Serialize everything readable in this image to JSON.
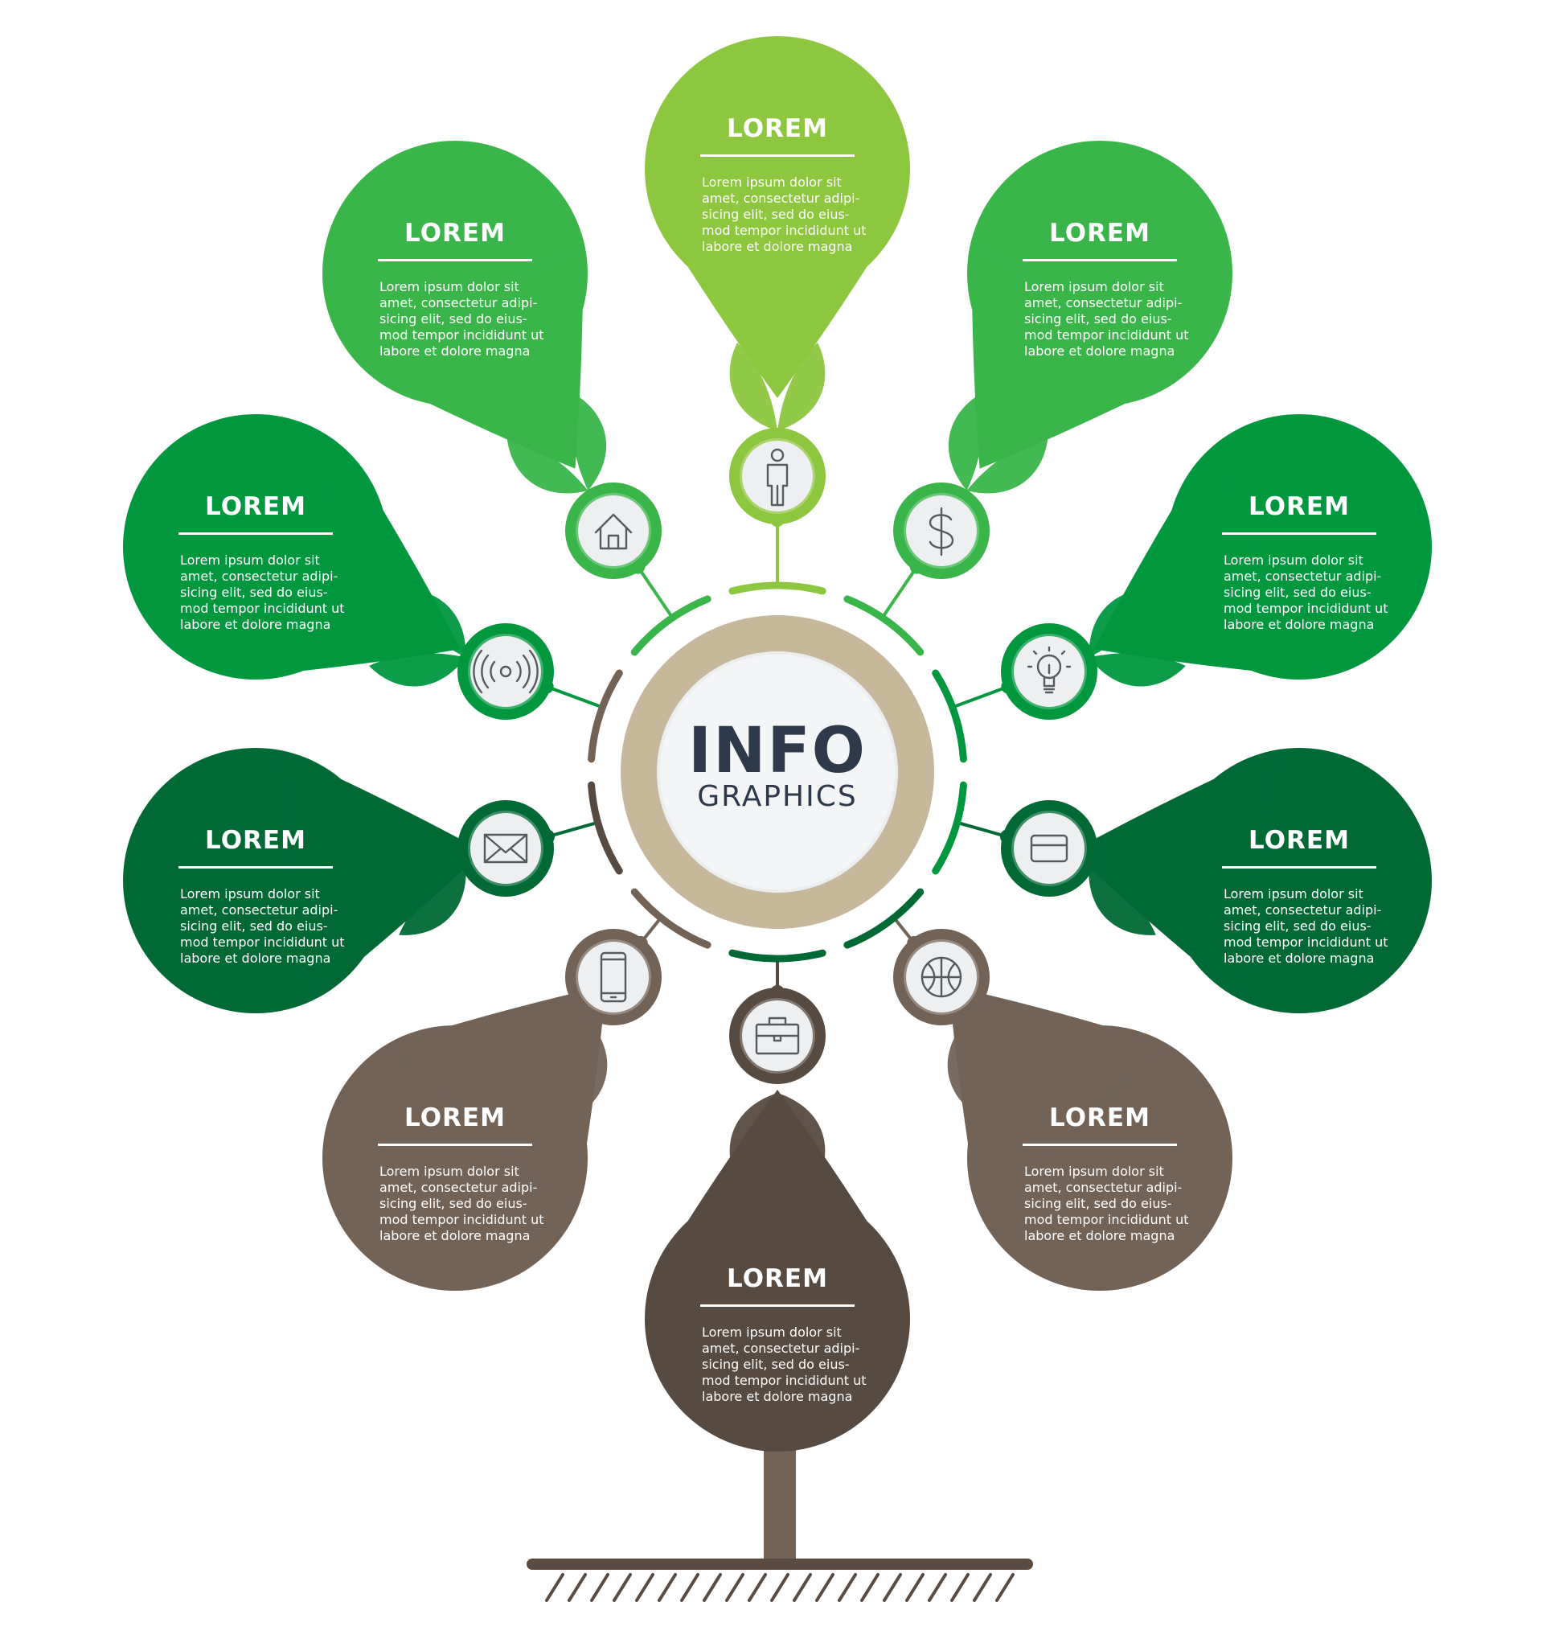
{
  "center": {
    "title": "INFO",
    "subtitle": "GRAPHICS"
  },
  "colors": {
    "light_green": "#8dc63f",
    "green": "#39b54a",
    "mid_green": "#00973f",
    "dark_green": "#006934",
    "brown": "#736357",
    "dark_brown": "#574a40",
    "beige": "#c7b89c",
    "ground": "#5a4a40"
  },
  "cards": [
    {
      "id": "top",
      "title": "LOREM",
      "body": [
        "Lorem ipsum dolor sit",
        "amet, consectetur adipi-",
        "sicing elit, sed do eius-",
        "mod tempor incididunt ut",
        "labore et dolore magna"
      ],
      "icon": "person-icon",
      "color": "#8dc63f"
    },
    {
      "id": "upper-left",
      "title": "LOREM",
      "body": [
        "Lorem ipsum dolor sit",
        "amet, consectetur adipi-",
        "sicing elit, sed do eius-",
        "mod tempor incididunt ut",
        "labore et dolore magna"
      ],
      "icon": "home-icon",
      "color": "#39b54a"
    },
    {
      "id": "upper-right",
      "title": "LOREM",
      "body": [
        "Lorem ipsum dolor sit",
        "amet, consectetur adipi-",
        "sicing elit, sed do eius-",
        "mod tempor incididunt ut",
        "labore et dolore magna"
      ],
      "icon": "dollar-icon",
      "color": "#39b54a"
    },
    {
      "id": "mid-left",
      "title": "LOREM",
      "body": [
        "Lorem ipsum dolor sit",
        "amet, consectetur adipi-",
        "sicing elit, sed do eius-",
        "mod tempor incididunt ut",
        "labore et dolore magna"
      ],
      "icon": "wireless-icon",
      "color": "#00973f"
    },
    {
      "id": "mid-right",
      "title": "LOREM",
      "body": [
        "Lorem ipsum dolor sit",
        "amet, consectetur adipi-",
        "sicing elit, sed do eius-",
        "mod tempor incididunt ut",
        "labore et dolore magna"
      ],
      "icon": "lightbulb-icon",
      "color": "#00973f"
    },
    {
      "id": "lower-left",
      "title": "LOREM",
      "body": [
        "Lorem ipsum dolor sit",
        "amet, consectetur adipi-",
        "sicing elit, sed do eius-",
        "mod tempor incididunt ut",
        "labore et dolore magna"
      ],
      "icon": "envelope-icon",
      "color": "#006934"
    },
    {
      "id": "lower-right",
      "title": "LOREM",
      "body": [
        "Lorem ipsum dolor sit",
        "amet, consectetur adipi-",
        "sicing elit, sed do eius-",
        "mod tempor incididunt ut",
        "labore et dolore magna"
      ],
      "icon": "card-icon",
      "color": "#006934"
    },
    {
      "id": "bottom-left",
      "title": "LOREM",
      "body": [
        "Lorem ipsum dolor sit",
        "amet, consectetur adipi-",
        "sicing elit, sed do eius-",
        "mod tempor incididunt ut",
        "labore et dolore magna"
      ],
      "icon": "smartphone-icon",
      "color": "#736357"
    },
    {
      "id": "bottom-right",
      "title": "LOREM",
      "body": [
        "Lorem ipsum dolor sit",
        "amet, consectetur adipi-",
        "sicing elit, sed do eius-",
        "mod tempor incididunt ut",
        "labore et dolore magna"
      ],
      "icon": "basketball-icon",
      "color": "#736357"
    },
    {
      "id": "bottom",
      "title": "LOREM",
      "body": [
        "Lorem ipsum dolor sit",
        "amet, consectetur adipi-",
        "sicing elit, sed do eius-",
        "mod tempor incididunt ut",
        "labore et dolore magna"
      ],
      "icon": "briefcase-icon",
      "color": "#574a40"
    }
  ]
}
